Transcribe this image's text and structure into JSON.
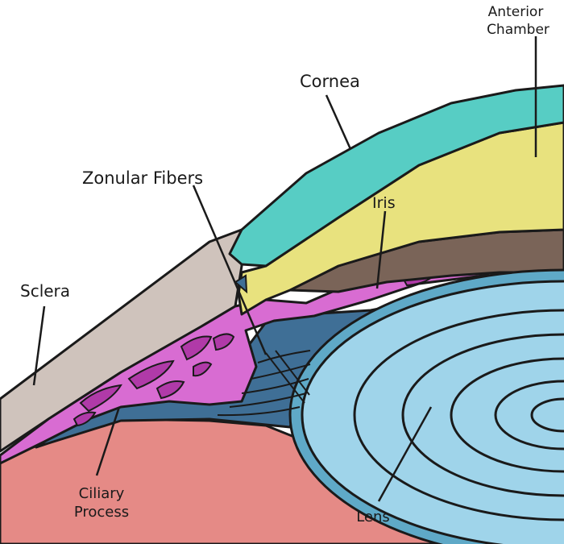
{
  "labels": {
    "anterior_chamber_1": "Anterior",
    "anterior_chamber_2": "Chamber",
    "cornea": "Cornea",
    "zonular_fibers": "Zonular Fibers",
    "iris": "Iris",
    "sclera": "Sclera",
    "ciliary_process_1": "Ciliary",
    "ciliary_process_2": "Process",
    "lens": "Lens"
  },
  "colors": {
    "background": "#ffffff",
    "cornea": "#57cdc4",
    "anterior_chamber": "#e8e27e",
    "iris": "#7a6458",
    "ciliary": "#d86cd2",
    "ciliary_dark": "#b03aa8",
    "lens_outer": "#5fa9c7",
    "lens_inner": "#9fd4ea",
    "deep_blue": "#3f6f96",
    "sclera": "#cfc3bc",
    "retina": "#e58a86",
    "outline": "#1a1a1a"
  }
}
